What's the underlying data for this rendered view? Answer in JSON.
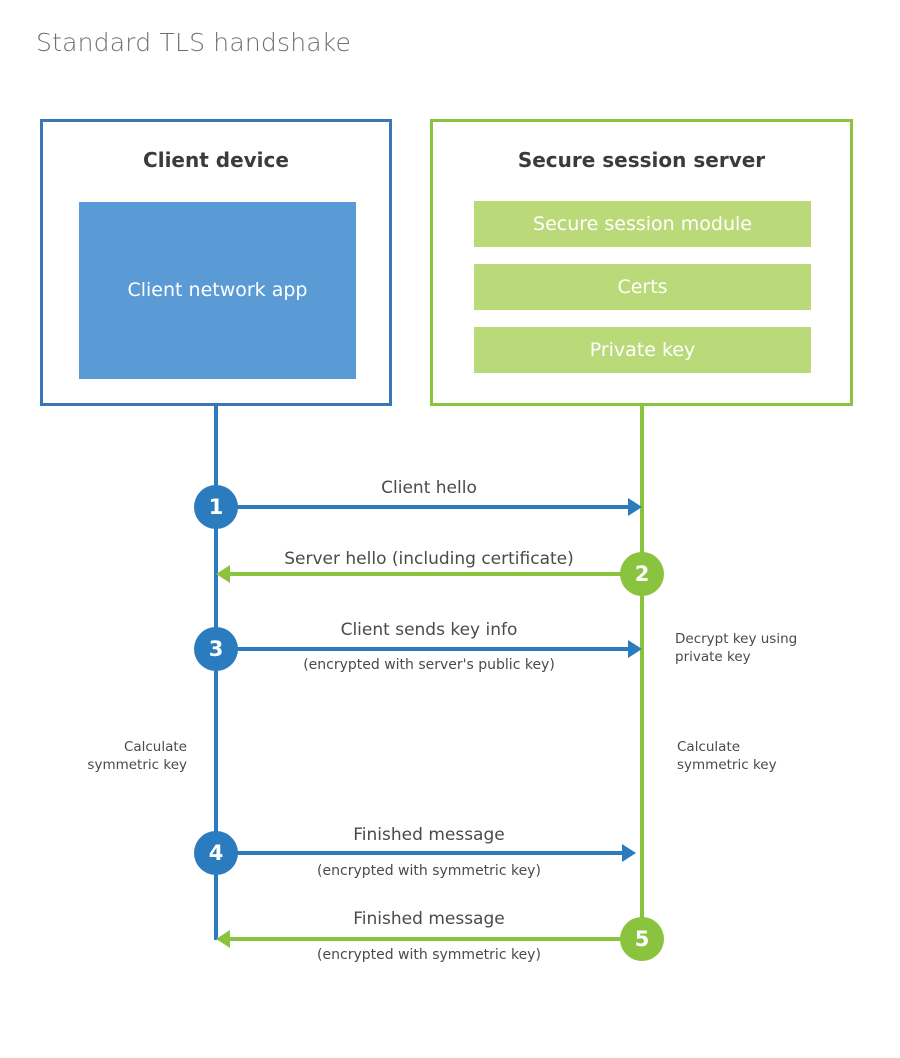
{
  "title": "Standard TLS handshake",
  "colors": {
    "client_accent": "#2b7cbf",
    "client_box_border": "#3a76b8",
    "client_app_fill": "#5b9bd5",
    "server_accent": "#8ac43f",
    "server_bar_fill": "#bada7a",
    "text": "#4a4a4c",
    "title_text": "#6d6e70"
  },
  "client": {
    "title": "Client device",
    "app_label": "Client network\napp"
  },
  "server": {
    "title": "Secure session server",
    "components": [
      {
        "label": "Secure session module"
      },
      {
        "label": "Certs"
      },
      {
        "label": "Private key"
      }
    ]
  },
  "messages": [
    {
      "step": "1",
      "label": "Client hello",
      "sublabel": "",
      "direction": "client-to-server",
      "color": "blue"
    },
    {
      "step": "2",
      "label": "Server hello (including certificate)",
      "sublabel": "",
      "direction": "server-to-client",
      "color": "green"
    },
    {
      "step": "3",
      "label": "Client sends key info",
      "sublabel": "(encrypted with server's public key)",
      "direction": "client-to-server",
      "color": "blue"
    },
    {
      "step": "4",
      "label": "Finished message",
      "sublabel": "(encrypted with symmetric key)",
      "direction": "client-to-server",
      "color": "blue"
    },
    {
      "step": "5",
      "label": "Finished message",
      "sublabel": "(encrypted with symmetric key)",
      "direction": "server-to-client",
      "color": "green"
    }
  ],
  "annotations": {
    "server_decrypt": "Decrypt key using\nprivate key",
    "client_calculate": "Calculate\nsymmetric key",
    "server_calculate": "Calculate\nsymmetric key"
  }
}
